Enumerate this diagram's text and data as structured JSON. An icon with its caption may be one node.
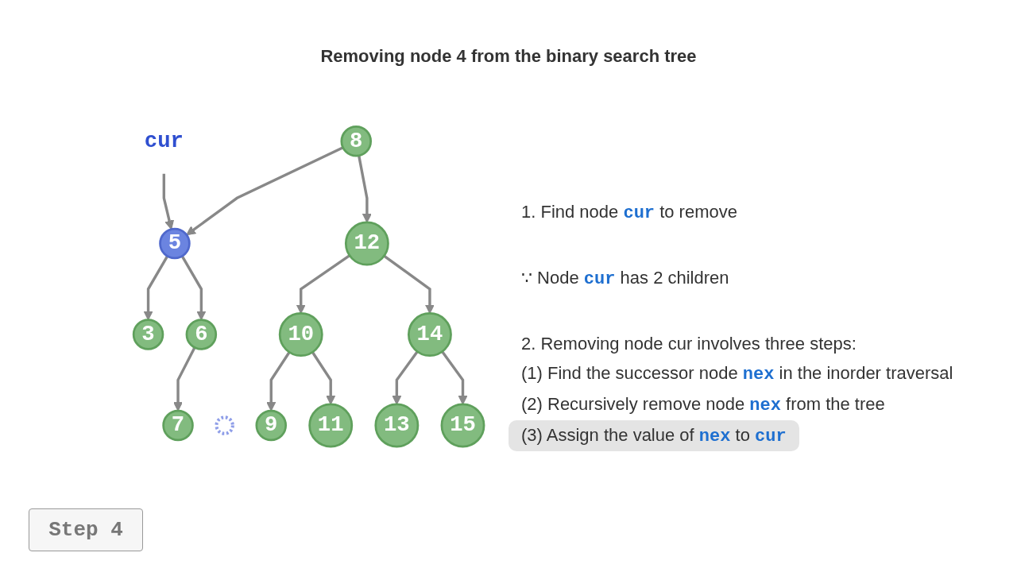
{
  "diagram": {
    "title": "Removing node 4 from the binary search tree",
    "nodes": [
      {
        "text": [
          "8"
        ]
      },
      {
        "text": [
          "5"
        ]
      },
      {
        "text": [
          "12"
        ]
      },
      {
        "text": [
          "cur"
        ]
      },
      {
        "text": [
          "3"
        ]
      },
      {
        "text": [
          "6"
        ]
      },
      {
        "text": [
          "10"
        ]
      },
      {
        "text": [
          "14"
        ]
      },
      {
        "text": [],
        "shape": "circle"
      },
      {
        "text": [
          "7"
        ]
      },
      {
        "text": [
          "9"
        ]
      },
      {
        "text": [
          "11"
        ]
      },
      {
        "text": [
          "13"
        ]
      },
      {
        "text": [
          "15"
        ]
      }
    ],
    "edges": [
      {
        "from": 0,
        "to": 1,
        "arrow": "to"
      },
      {
        "from": 0,
        "to": 2,
        "arrow": "to"
      },
      {
        "from": 3,
        "to": 1,
        "arrow": "to"
      },
      {
        "from": 1,
        "to": 4,
        "arrow": "to"
      },
      {
        "from": 1,
        "to": 5,
        "arrow": "to"
      },
      {
        "from": 2,
        "to": 6,
        "arrow": "to"
      },
      {
        "from": 2,
        "to": 7,
        "arrow": "to"
      },
      {
        "from": 5,
        "to": 9,
        "arrow": "to"
      },
      {
        "from": 6,
        "to": 10,
        "arrow": "to"
      },
      {
        "from": 6,
        "to": 11,
        "arrow": "to"
      },
      {
        "from": 7,
        "to": 12,
        "arrow": "to"
      },
      {
        "from": 7,
        "to": 13,
        "arrow": "to"
      }
    ],
    "labels": [
      "1. Find node **cur** to remove",
      "∵ Node **cur** has 2 children",
      "2. Removing node cur involves three steps:",
      "(1) Find the successor node **nex** in the inorder traversal",
      "(2) Recursively remove node **nex** from the tree",
      "(3) Assign the value of **nex** to **cur**",
      "Step 4"
    ]
  }
}
